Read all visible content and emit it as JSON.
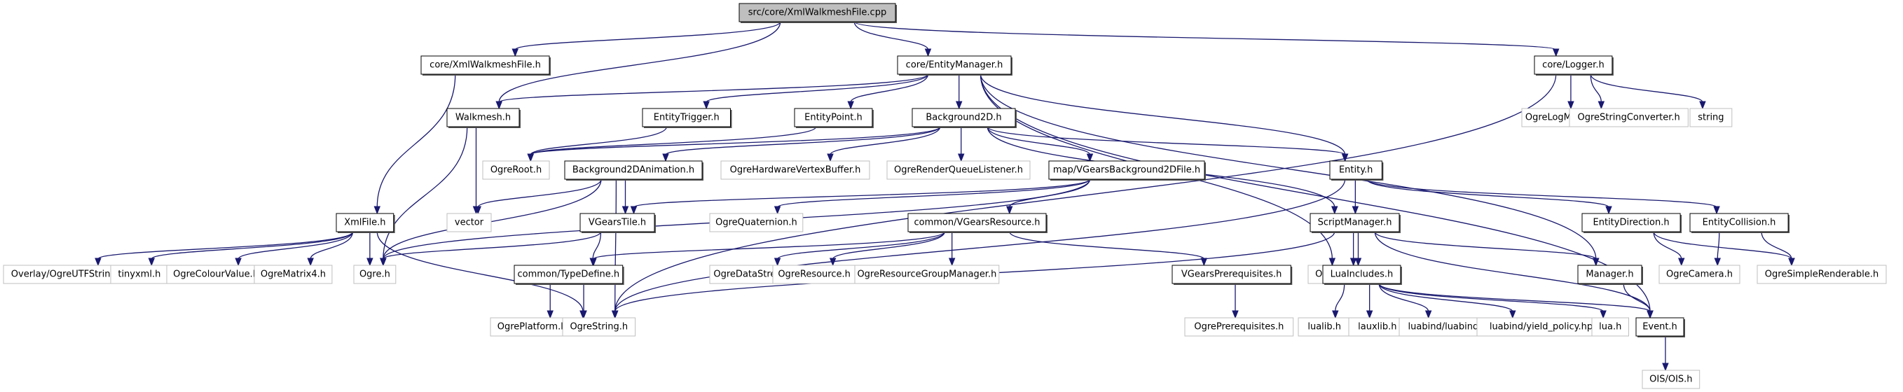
{
  "title": "src/core/XmlWalkmeshFile.cpp",
  "colors": {
    "edge": "#191970",
    "root_fill": "#bfbfbf",
    "internal_border": "#000000",
    "external_border": "#bfbfbf"
  },
  "nodes": [
    {
      "id": "root",
      "label": "src/core/XmlWalkmeshFile.cpp",
      "kind": "root"
    },
    {
      "id": "xwfh",
      "label": "core/XmlWalkmeshFile.h",
      "kind": "internal"
    },
    {
      "id": "em",
      "label": "core/EntityManager.h",
      "kind": "internal"
    },
    {
      "id": "logger",
      "label": "core/Logger.h",
      "kind": "internal"
    },
    {
      "id": "walkmesh",
      "label": "Walkmesh.h",
      "kind": "internal"
    },
    {
      "id": "etrig",
      "label": "EntityTrigger.h",
      "kind": "internal"
    },
    {
      "id": "epoint",
      "label": "EntityPoint.h",
      "kind": "internal"
    },
    {
      "id": "bg2d",
      "label": "Background2D.h",
      "kind": "internal"
    },
    {
      "id": "ogrelog",
      "label": "OgreLogManager.h",
      "kind": "external"
    },
    {
      "id": "ogrestrconv",
      "label": "OgreStringConverter.h",
      "kind": "external"
    },
    {
      "id": "string",
      "label": "string",
      "kind": "external"
    },
    {
      "id": "ogreroot",
      "label": "OgreRoot.h",
      "kind": "external"
    },
    {
      "id": "bg2danim",
      "label": "Background2DAnimation.h",
      "kind": "internal"
    },
    {
      "id": "ogrehwvb",
      "label": "OgreHardwareVertexBuffer.h",
      "kind": "external"
    },
    {
      "id": "ogrerql",
      "label": "OgreRenderQueueListener.h",
      "kind": "external"
    },
    {
      "id": "vgbg2df",
      "label": "map/VGearsBackground2DFile.h",
      "kind": "internal"
    },
    {
      "id": "entity",
      "label": "Entity.h",
      "kind": "internal"
    },
    {
      "id": "xmlfile",
      "label": "XmlFile.h",
      "kind": "internal"
    },
    {
      "id": "vector",
      "label": "vector",
      "kind": "external"
    },
    {
      "id": "vgtile",
      "label": "VGearsTile.h",
      "kind": "internal"
    },
    {
      "id": "ogrequat",
      "label": "OgreQuaternion.h",
      "kind": "external"
    },
    {
      "id": "vgres",
      "label": "common/VGearsResource.h",
      "kind": "internal"
    },
    {
      "id": "scriptmgr",
      "label": "ScriptManager.h",
      "kind": "internal"
    },
    {
      "id": "edir",
      "label": "EntityDirection.h",
      "kind": "internal"
    },
    {
      "id": "ecoll",
      "label": "EntityCollision.h",
      "kind": "internal"
    },
    {
      "id": "utfstr",
      "label": "Overlay/OgreUTFString.h",
      "kind": "external"
    },
    {
      "id": "tinyxml",
      "label": "tinyxml.h",
      "kind": "external"
    },
    {
      "id": "ogrecolour",
      "label": "OgreColourValue.h",
      "kind": "external"
    },
    {
      "id": "ogremat4",
      "label": "OgreMatrix4.h",
      "kind": "external"
    },
    {
      "id": "ogreh",
      "label": "Ogre.h",
      "kind": "external"
    },
    {
      "id": "typedef",
      "label": "common/TypeDefine.h",
      "kind": "internal"
    },
    {
      "id": "ogreds",
      "label": "OgreDataStream.h",
      "kind": "external"
    },
    {
      "id": "ogreres",
      "label": "OgreResource.h",
      "kind": "external"
    },
    {
      "id": "ogrergm",
      "label": "OgreResourceGroupManager.h",
      "kind": "external"
    },
    {
      "id": "vgprereq",
      "label": "VGearsPrerequisites.h",
      "kind": "internal"
    },
    {
      "id": "ogresingleton",
      "label": "OgreSingleton.h",
      "kind": "external"
    },
    {
      "id": "luainc",
      "label": "LuaIncludes.h",
      "kind": "internal"
    },
    {
      "id": "manager",
      "label": "Manager.h",
      "kind": "internal"
    },
    {
      "id": "ogrecamera",
      "label": "OgreCamera.h",
      "kind": "external"
    },
    {
      "id": "ogresimple",
      "label": "OgreSimpleRenderable.h",
      "kind": "external"
    },
    {
      "id": "ogreplatform",
      "label": "OgrePlatform.h",
      "kind": "external"
    },
    {
      "id": "ogrestring",
      "label": "OgreString.h",
      "kind": "external"
    },
    {
      "id": "ogreprereq",
      "label": "OgrePrerequisites.h",
      "kind": "external"
    },
    {
      "id": "lualib",
      "label": "lualib.h",
      "kind": "external"
    },
    {
      "id": "lauxlib",
      "label": "lauxlib.h",
      "kind": "external"
    },
    {
      "id": "luabind",
      "label": "luabind/luabind.hpp",
      "kind": "external"
    },
    {
      "id": "yieldpol",
      "label": "luabind/yield_policy.hpp",
      "kind": "external"
    },
    {
      "id": "luah",
      "label": "lua.h",
      "kind": "external"
    },
    {
      "id": "event",
      "label": "Event.h",
      "kind": "internal"
    },
    {
      "id": "ois",
      "label": "OIS/OIS.h",
      "kind": "external"
    }
  ],
  "edges": [
    [
      "root",
      "xwfh"
    ],
    [
      "root",
      "walkmesh"
    ],
    [
      "root",
      "em"
    ],
    [
      "root",
      "logger"
    ],
    [
      "xwfh",
      "xmlfile"
    ],
    [
      "em",
      "walkmesh"
    ],
    [
      "em",
      "etrig"
    ],
    [
      "em",
      "epoint"
    ],
    [
      "em",
      "bg2d"
    ],
    [
      "em",
      "entity"
    ],
    [
      "em",
      "ogresingleton"
    ],
    [
      "em",
      "manager"
    ],
    [
      "em",
      "event"
    ],
    [
      "logger",
      "ogrelog"
    ],
    [
      "logger",
      "ogrestrconv"
    ],
    [
      "logger",
      "string"
    ],
    [
      "logger",
      "ogrestring"
    ],
    [
      "walkmesh",
      "vector"
    ],
    [
      "walkmesh",
      "ogreh"
    ],
    [
      "etrig",
      "ogreroot"
    ],
    [
      "epoint",
      "ogreroot"
    ],
    [
      "bg2d",
      "ogreroot"
    ],
    [
      "bg2d",
      "bg2danim"
    ],
    [
      "bg2d",
      "ogrehwvb"
    ],
    [
      "bg2d",
      "ogrerql"
    ],
    [
      "bg2d",
      "vgbg2df"
    ],
    [
      "bg2d",
      "entity"
    ],
    [
      "bg2d",
      "scriptmgr"
    ],
    [
      "bg2danim",
      "vector"
    ],
    [
      "bg2danim",
      "ogreh"
    ],
    [
      "bg2danim",
      "vgtile"
    ],
    [
      "bg2danim",
      "ogrestring"
    ],
    [
      "vgbg2df",
      "ogreh"
    ],
    [
      "vgbg2df",
      "vgtile"
    ],
    [
      "vgbg2df",
      "ogrequat"
    ],
    [
      "vgbg2df",
      "vgres"
    ],
    [
      "entity",
      "ogrestring"
    ],
    [
      "entity",
      "scriptmgr"
    ],
    [
      "entity",
      "edir"
    ],
    [
      "entity",
      "ecoll"
    ],
    [
      "xmlfile",
      "utfstr"
    ],
    [
      "xmlfile",
      "tinyxml"
    ],
    [
      "xmlfile",
      "ogrecolour"
    ],
    [
      "xmlfile",
      "ogremat4"
    ],
    [
      "xmlfile",
      "ogreh"
    ],
    [
      "xmlfile",
      "ogrestring"
    ],
    [
      "vgtile",
      "ogreh"
    ],
    [
      "vgtile",
      "typedef"
    ],
    [
      "vgres",
      "typedef"
    ],
    [
      "vgres",
      "ogreds"
    ],
    [
      "vgres",
      "ogreres"
    ],
    [
      "vgres",
      "ogrergm"
    ],
    [
      "vgres",
      "vgprereq"
    ],
    [
      "scriptmgr",
      "ogresingleton"
    ],
    [
      "scriptmgr",
      "luainc"
    ],
    [
      "scriptmgr",
      "manager"
    ],
    [
      "scriptmgr",
      "ogrestring"
    ],
    [
      "scriptmgr",
      "event"
    ],
    [
      "edir",
      "ogrecamera"
    ],
    [
      "edir",
      "ogresimple"
    ],
    [
      "ecoll",
      "ogrecamera"
    ],
    [
      "ecoll",
      "ogresimple"
    ],
    [
      "typedef",
      "ogreplatform"
    ],
    [
      "typedef",
      "ogrestring"
    ],
    [
      "vgprereq",
      "ogreprereq"
    ],
    [
      "luainc",
      "lualib"
    ],
    [
      "luainc",
      "lauxlib"
    ],
    [
      "luainc",
      "luabind"
    ],
    [
      "luainc",
      "yieldpol"
    ],
    [
      "luainc",
      "luah"
    ],
    [
      "luainc",
      "event"
    ],
    [
      "manager",
      "event"
    ],
    [
      "event",
      "ois"
    ]
  ]
}
